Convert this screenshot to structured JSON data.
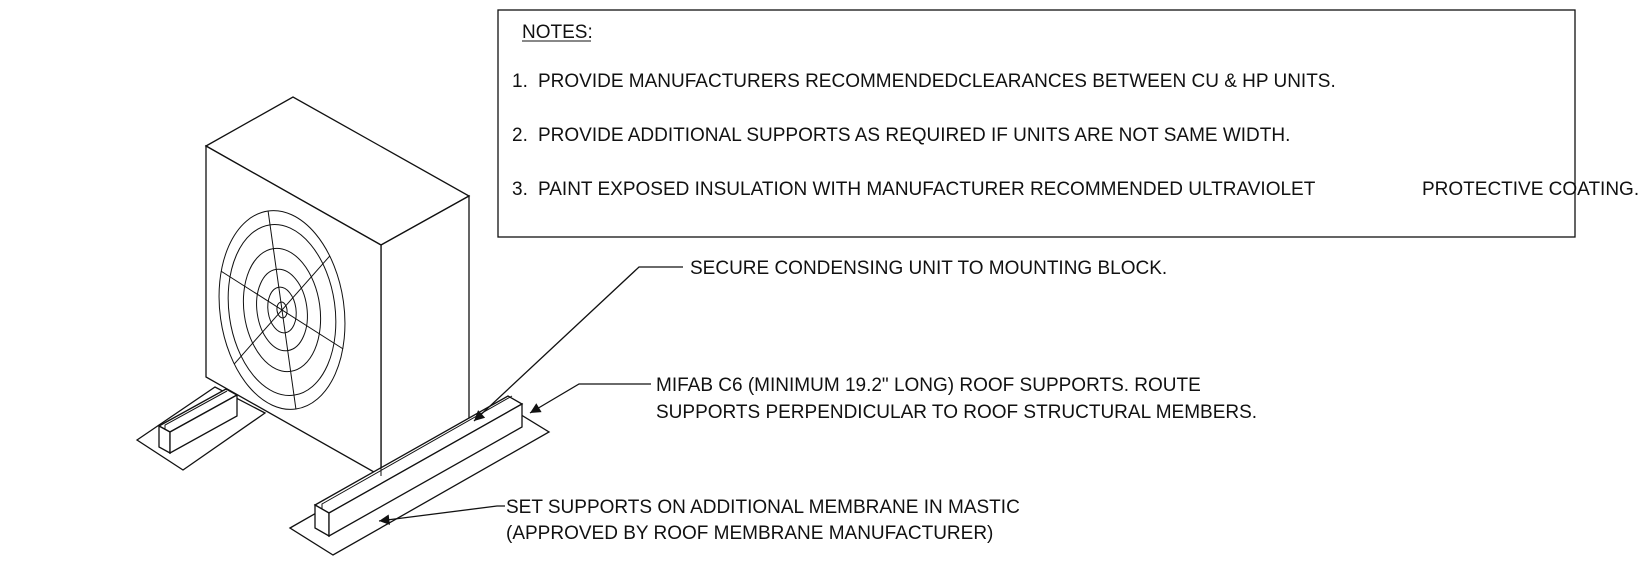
{
  "notes": {
    "heading": "NOTES:",
    "items": [
      {
        "num": "1.",
        "text": "PROVIDE MANUFACTURERS RECOMMENDEDCLEARANCES BETWEEN CU & HP UNITS."
      },
      {
        "num": "2.",
        "text": "PROVIDE ADDITIONAL SUPPORTS AS REQUIRED IF UNITS ARE NOT SAME WIDTH."
      },
      {
        "num": "3.",
        "text": "PAINT EXPOSED INSULATION WITH MANUFACTURER RECOMMENDED ULTRAVIOLET",
        "text_tail": "PROTECTIVE COATING."
      }
    ]
  },
  "callouts": {
    "secure": "SECURE CONDENSING UNIT TO MOUNTING BLOCK.",
    "supports_line1": "MIFAB C6 (MINIMUM 19.2\" LONG) ROOF SUPPORTS.  ROUTE",
    "supports_line2": "SUPPORTS PERPENDICULAR TO ROOF STRUCTURAL MEMBERS.",
    "membrane_line1": "SET SUPPORTS ON ADDITIONAL MEMBRANE IN MASTIC",
    "membrane_line2": "(APPROVED BY ROOF MEMBRANE MANUFACTURER)"
  }
}
